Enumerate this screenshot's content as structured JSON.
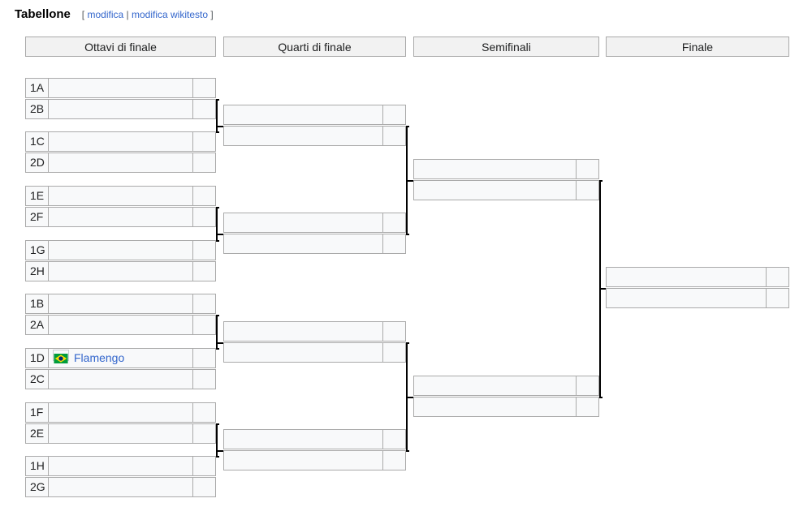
{
  "heading": {
    "title": "Tabellone",
    "open_bracket": "[",
    "edit_link": "modifica",
    "separator": "|",
    "edit_source_link": "modifica wikitesto",
    "close_bracket": "]"
  },
  "rounds": [
    "Ottavi di finale",
    "Quarti di finale",
    "Semifinali",
    "Finale"
  ],
  "round_of_16": [
    {
      "seed": "1A",
      "team": "",
      "score": ""
    },
    {
      "seed": "2B",
      "team": "",
      "score": ""
    },
    {
      "seed": "1C",
      "team": "",
      "score": ""
    },
    {
      "seed": "2D",
      "team": "",
      "score": ""
    },
    {
      "seed": "1E",
      "team": "",
      "score": ""
    },
    {
      "seed": "2F",
      "team": "",
      "score": ""
    },
    {
      "seed": "1G",
      "team": "",
      "score": ""
    },
    {
      "seed": "2H",
      "team": "",
      "score": ""
    },
    {
      "seed": "1B",
      "team": "",
      "score": ""
    },
    {
      "seed": "2A",
      "team": "",
      "score": ""
    },
    {
      "seed": "1D",
      "team": "Flamengo",
      "flag": "brazil-flag-icon",
      "score": ""
    },
    {
      "seed": "2C",
      "team": "",
      "score": ""
    },
    {
      "seed": "1F",
      "team": "",
      "score": ""
    },
    {
      "seed": "2E",
      "team": "",
      "score": ""
    },
    {
      "seed": "1H",
      "team": "",
      "score": ""
    },
    {
      "seed": "2G",
      "team": "",
      "score": ""
    }
  ],
  "colors": {
    "link": "#3366cc",
    "header_bg": "#f2f2f2",
    "cell_bg": "#f8f9fa",
    "border": "#aaaaaa",
    "flag_green": "#009c3b",
    "flag_yellow": "#ffdf00",
    "flag_blue": "#002776"
  }
}
